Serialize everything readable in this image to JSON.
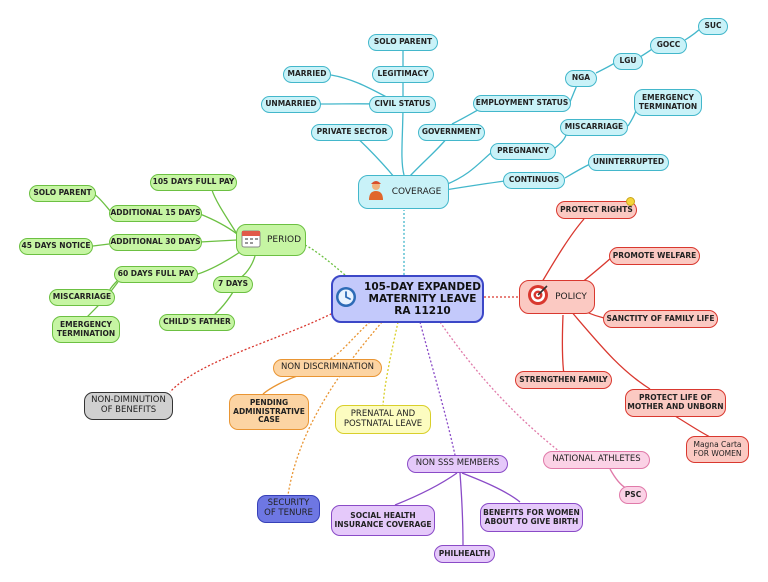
{
  "central": {
    "label": "105-DAY EXPANDED\nMATERNITY LEAVE\nRA 11210",
    "icon": "clock-icon"
  },
  "coverage": {
    "label": "COVERAGE",
    "icon": "worker-icon",
    "civil_status": "CIVIL STATUS",
    "legitimacy": "LEGITIMACY",
    "solo_parent": "SOLO PARENT",
    "married": "MARRIED",
    "unmarried": "UNMARRIED",
    "private_sector": "PRIVATE SECTOR",
    "government": "GOVERNMENT",
    "employment_status": "EMPLOYMENT STATUS",
    "nga": "NGA",
    "lgu": "LGU",
    "gocc": "GOCC",
    "suc": "SUC",
    "pregnancy": "PREGNANCY",
    "miscarriage": "MISCARRIAGE",
    "emergency_termination": "EMERGENCY\nTERMINATION",
    "continuos": "CONTINUOS",
    "uninterrupted": "UNINTERRUPTED"
  },
  "period": {
    "label": "PERIOD",
    "icon": "calendar-icon",
    "full_pay_105": "105 DAYS FULL PAY",
    "additional_15": "ADDITIONAL 15 DAYS",
    "solo_parent": "SOLO PARENT",
    "additional_30": "ADDITIONAL 30 DAYS",
    "notice_45": "45 DAYS NOTICE",
    "full_pay_60": "60 DAYS FULL PAY",
    "miscarriage": "MISCARRIAGE",
    "emergency_termination": "EMERGENCY\nTERMINATION",
    "days_7": "7 DAYS",
    "childs_father": "CHILD'S FATHER"
  },
  "policy": {
    "label": "POLICY",
    "icon": "target-icon",
    "protect_rights": "PROTECT RIGHTS",
    "promote_welfare": "PROMOTE WELFARE",
    "sanctity": "SANCTITY OF FAMILY LIFE",
    "strengthen_family": "STRENGTHEN FAMILY",
    "protect_life": "PROTECT LIFE OF\nMOTHER AND UNBORN",
    "magna_carta": "Magna Carta\nFOR WOMEN"
  },
  "non_diminution": "NON-DIMINUTION\nOF BENEFITS",
  "non_discrimination": {
    "label": "NON DISCRIMINATION",
    "pending_case": "PENDING\nADMINISTRATIVE\nCASE"
  },
  "security_of_tenure": "SECURITY\nOF TENURE",
  "prenatal": "PRENATAL AND\nPOSTNATAL LEAVE",
  "non_sss": {
    "label": "NON SSS MEMBERS",
    "social_health": "SOCIAL HEALTH\nINSURANCE COVERAGE",
    "philhealth": "PHILHEALTH",
    "benefits_women": "BENEFITS FOR WOMEN\nABOUT TO GIVE BIRTH"
  },
  "national_athletes": {
    "label": "NATIONAL ATHLETES",
    "psc": "PSC"
  },
  "colors": {
    "coverage": "#43b7cb",
    "period": "#6cc042",
    "policy": "#d9382f",
    "central": "#3c47c7",
    "athletes": "#e07aa9",
    "non_sss": "#8a4bc7",
    "non_discrimination": "#e99533",
    "prenatal": "#d9cf2b",
    "non_diminution": "#d9382f"
  }
}
